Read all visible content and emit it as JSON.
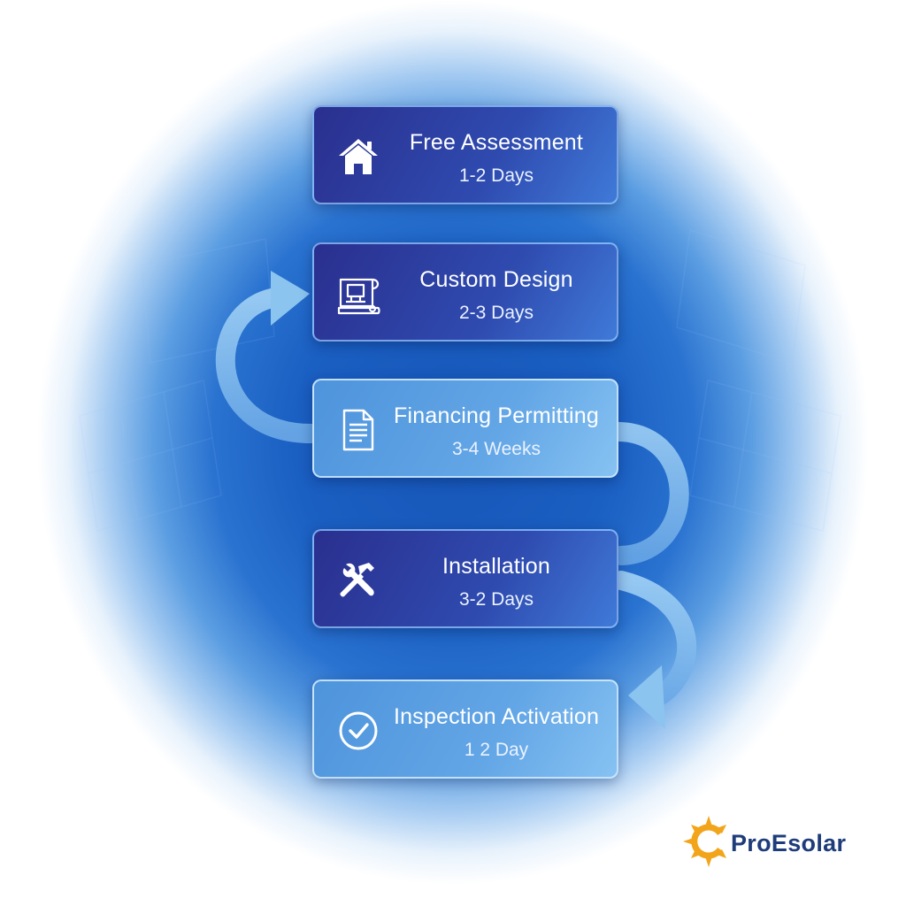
{
  "steps": [
    {
      "title": "Free Assessment",
      "duration": "1-2 Days",
      "icon": "house-icon"
    },
    {
      "title": "Custom Design",
      "duration": "2-3 Days",
      "icon": "blueprint-icon"
    },
    {
      "title": "Financing Permitting",
      "duration": "3-4 Weeks",
      "icon": "document-icon"
    },
    {
      "title": "Installation",
      "duration": "3-2 Days",
      "icon": "tools-icon"
    },
    {
      "title": "Inspection Activation",
      "duration": "1 2 Day",
      "icon": "checkmark-circle-icon"
    }
  ],
  "brand": {
    "name": "ProEsolar",
    "icon": "sun-icon"
  },
  "colors": {
    "background_glow": "#1a5fc2",
    "dark_step": "#2a2f8e",
    "light_step": "#63a6e6",
    "arrow": "#8cc4f0",
    "brand_text": "#1f3c7a",
    "sun": "#f2a51a"
  }
}
